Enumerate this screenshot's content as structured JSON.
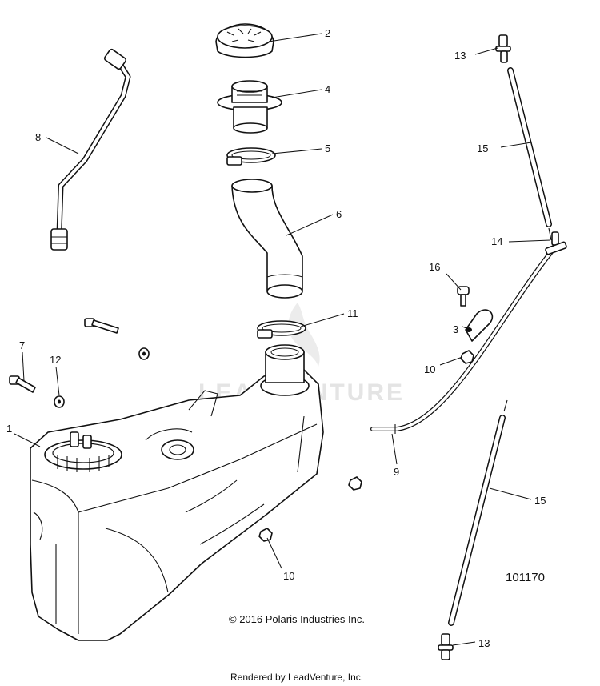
{
  "diagram": {
    "callouts": [
      "1",
      "2",
      "3",
      "4",
      "5",
      "6",
      "7",
      "8",
      "9",
      "10",
      "10",
      "11",
      "12",
      "13",
      "13",
      "14",
      "15",
      "15",
      "16"
    ],
    "figure_number": "101170",
    "copyright": "© 2016 Polaris Industries Inc.",
    "watermark": "LEADVENTURE",
    "rendered_by": "Rendered by LeadVenture, Inc."
  },
  "colors": {
    "line": "#111111",
    "watermark": "#e4e4e4",
    "background": "#ffffff"
  }
}
